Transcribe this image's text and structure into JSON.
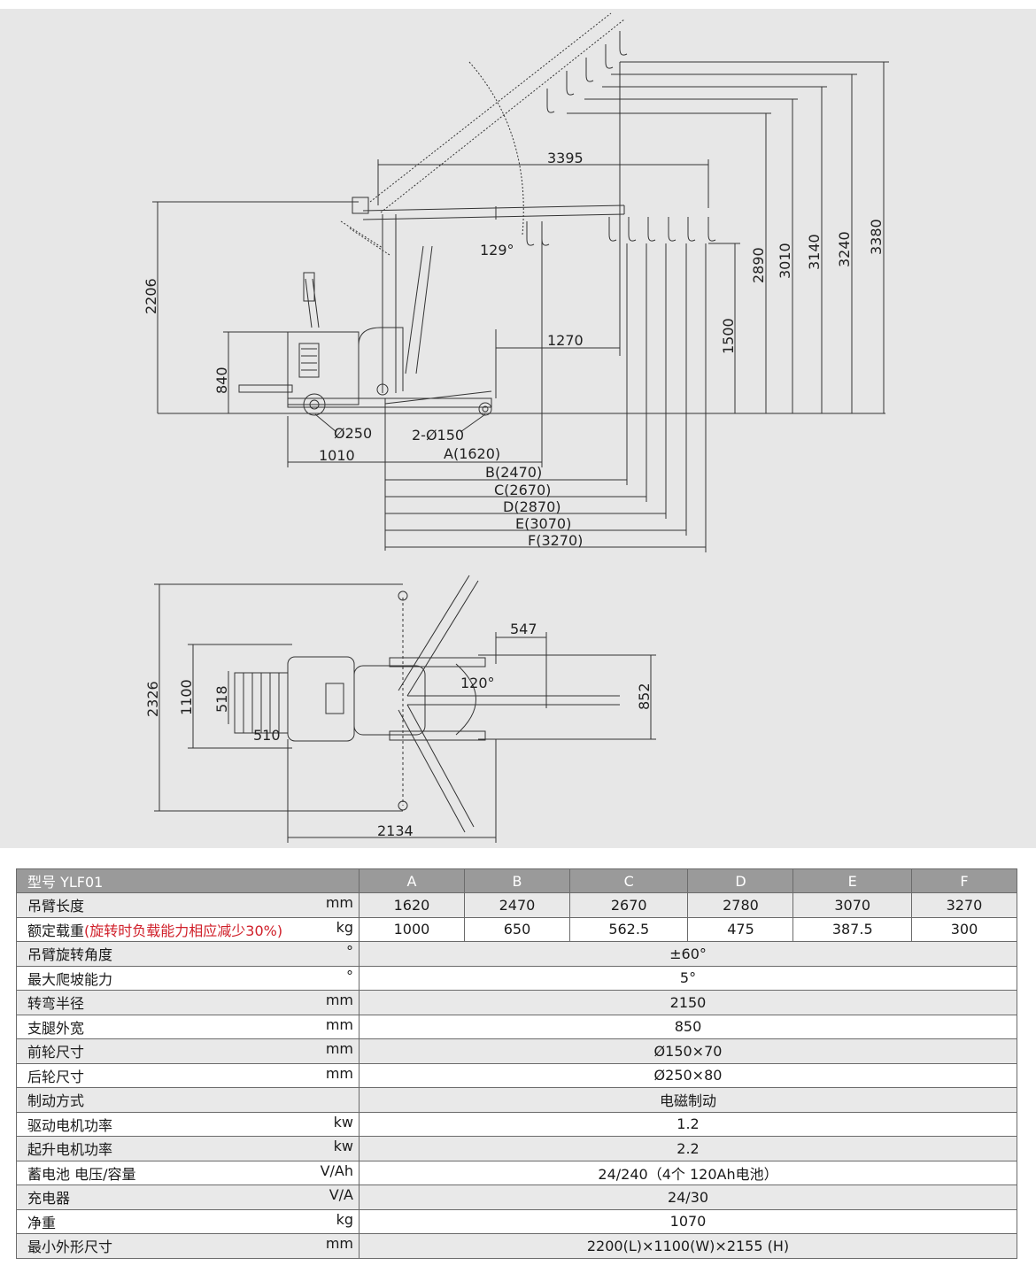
{
  "drawing": {
    "side_view": {
      "heights": [
        "2206",
        "840",
        "1500",
        "2890",
        "3010",
        "3140",
        "3240",
        "3380"
      ],
      "horizontal": [
        "3395",
        "1270",
        "1010"
      ],
      "wheels": {
        "rear": "Ø250",
        "front": "2-Ø150"
      },
      "angle": "129°",
      "reach": [
        "A(1620)",
        "B(2470)",
        "C(2670)",
        "D(2870)",
        "E(3070)",
        "F(3270)"
      ]
    },
    "top_view": {
      "dims": [
        "2326",
        "1100",
        "518",
        "510",
        "547",
        "852",
        "2134"
      ],
      "angle": "120°"
    }
  },
  "table": {
    "header": {
      "label": "型号 YLF01",
      "columns": [
        "A",
        "B",
        "C",
        "D",
        "E",
        "F"
      ]
    },
    "rows": [
      {
        "name": "吊臂长度",
        "unit": "mm",
        "values": [
          "1620",
          "2470",
          "2670",
          "2780",
          "3070",
          "3270"
        ]
      },
      {
        "name": "额定载重",
        "note": "(旋转时负载能力相应减少30%)",
        "unit": "kg",
        "values": [
          "1000",
          "650",
          "562.5",
          "475",
          "387.5",
          "300"
        ]
      },
      {
        "name": "吊臂旋转角度",
        "unit": "°",
        "value": "±60°"
      },
      {
        "name": "最大爬坡能力",
        "unit": "°",
        "value": "5°"
      },
      {
        "name": "转弯半径",
        "unit": "mm",
        "value": "2150"
      },
      {
        "name": "支腿外宽",
        "unit": "mm",
        "value": "850"
      },
      {
        "name": "前轮尺寸",
        "unit": "mm",
        "value": "Ø150×70"
      },
      {
        "name": "后轮尺寸",
        "unit": "mm",
        "value": "Ø250×80"
      },
      {
        "name": "制动方式",
        "unit": "",
        "value": "电磁制动"
      },
      {
        "name": "驱动电机功率",
        "unit": "kw",
        "value": "1.2"
      },
      {
        "name": "起升电机功率",
        "unit": "kw",
        "value": "2.2"
      },
      {
        "name": "蓄电池 电压/容量",
        "unit": "V/Ah",
        "value": "24/240（4个 120Ah电池）"
      },
      {
        "name": "充电器",
        "unit": "V/A",
        "value": "24/30"
      },
      {
        "name": "净重",
        "unit": "kg",
        "value": "1070"
      },
      {
        "name": "最小外形尺寸",
        "unit": "mm",
        "value": "2200(L)×1100(W)×2155 (H)"
      }
    ]
  }
}
